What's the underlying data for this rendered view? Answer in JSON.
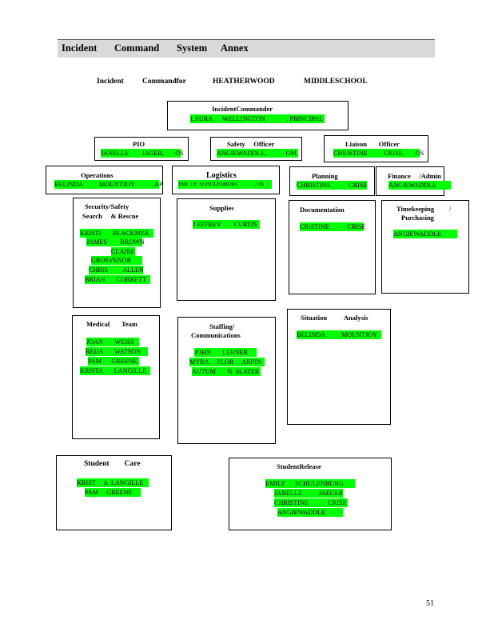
{
  "header": {
    "w1": "Incident",
    "w2": "Command",
    "w3": "System",
    "w4": "Annex"
  },
  "subtitle": {
    "a": "Incident",
    "b": "Commandfor",
    "c": "HEATHERWOOD",
    "d": "MIDDLESCHOOL"
  },
  "ic": {
    "title": "IncidentCommander",
    "name": "LAURA      WELLINGTON             , PRINCIPAL"
  },
  "pio": {
    "title": "PIO",
    "name": "JANELLE        JAGER,       OS"
  },
  "safety": {
    "title": "Safety     Officer",
    "name": "ANGIEWADDLE,            OM"
  },
  "liaison": {
    "title": "Liaison       Officer",
    "name": "CHRISTINE          CRISE,       OS"
  },
  "operations": {
    "title": "Operations",
    "name": "BELINDA          MOUNTJOY          , AP"
  },
  "logistics": {
    "title": "Logistics",
    "name": "EMI  LY  SCHULENBURG            , OS"
  },
  "planning": {
    "title": "Planning",
    "name": "CHRISTINE           CRISE"
  },
  "finance": {
    "title": "Finance     /Admin",
    "name": "ANGIEWADDLE"
  },
  "security": {
    "title1": "Security/Safety",
    "title2": "Search     & Rescue",
    "names": [
      "KRISTI       BLACKMER",
      "JAMES        BROWN",
      "CLAIRE",
      "GROSVENOR",
      "CHRIS         ALLEN",
      "BRIAN       CORBETT"
    ]
  },
  "supplies": {
    "title": "Supplies",
    "name": "J EFFREY        CURTIS"
  },
  "documentation": {
    "title": "Documentation",
    "name": "CRISTINE           CRISE"
  },
  "timekeeping": {
    "title1": "Timekeeping",
    "slash": "/",
    "title2": "Purchasing",
    "name": "ANGIEWADDLE"
  },
  "medical": {
    "title": "Medical       Team",
    "names": [
      "JOAN       WEISS",
      "REIJA       WATSON",
      "PAM      GREENE",
      "KRISTA       LANGILLE"
    ]
  },
  "staffing": {
    "title1": "Staffing/",
    "title2": "Communications",
    "names": [
      "JOHN       LERNER",
      "MYRA     FLOR     ARPIN",
      "AUTUM       N  SLATER"
    ]
  },
  "situation": {
    "title": "Situation          Analysis",
    "name": "BELINDA          MOUNTJOY"
  },
  "student_care": {
    "title": "Student        Care",
    "names": [
      "KRIST     A  LANGILLE",
      "PAM     GREENE"
    ]
  },
  "student_release": {
    "title": "StudentRelease",
    "names": [
      "EMILY      SCHULENBURG",
      "JANELLE          JAEGER",
      "CHRISTINE            CRISE",
      "ANGIEWADDLE"
    ]
  },
  "page_number": "51"
}
